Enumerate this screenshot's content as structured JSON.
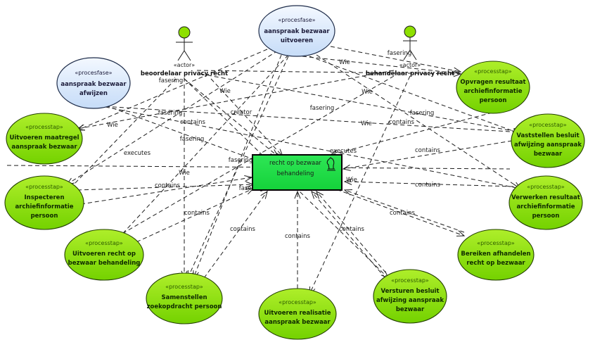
{
  "colors": {
    "procesfase_fill_top": "#f2f8ff",
    "procesfase_fill_bottom": "#c9defa",
    "procesfase_text": "#1b1b3a",
    "processtap_fill_top": "#b6f03a",
    "processtap_fill_bottom": "#78d400",
    "processtap_text": "#0e2a00",
    "processtap_stereo": "#2d5a00",
    "actor_head": "#8ee000",
    "artifact_fill": "#22dd44",
    "edge": "#1e1e1e"
  },
  "procesfasen": [
    {
      "id": "pf1",
      "stereotype": "«procesfase»",
      "name": [
        "aanspraak bezwaar",
        "uitvoeren"
      ]
    },
    {
      "id": "pf2",
      "stereotype": "«procesfase»",
      "name": [
        "aanspraak bezwaar",
        "afwijzen"
      ]
    }
  ],
  "actors": [
    {
      "id": "a1",
      "stereotype": "«actor»",
      "name": "beoordelaar privacy recht"
    },
    {
      "id": "a2",
      "stereotype": "«actor»",
      "name": "behandelaar privacy recht"
    }
  ],
  "artifact": {
    "id": "obj",
    "name": [
      "recht op bezwaar",
      "behandeling"
    ],
    "icon": "chess-knight-icon"
  },
  "processtappen": [
    {
      "id": "ps1",
      "stereotype": "«processtap»",
      "name": [
        "Opvragen resultaat",
        "archiefinformatie",
        "persoon"
      ]
    },
    {
      "id": "ps2",
      "stereotype": "«processtap»",
      "name": [
        "Uitvoeren maatregel",
        "aanspraak bezwaar"
      ]
    },
    {
      "id": "ps3",
      "stereotype": "«processtap»",
      "name": [
        "Vaststellen besluit",
        "afwijzing aanspraak",
        "bezwaar"
      ]
    },
    {
      "id": "ps4",
      "stereotype": "«processtap»",
      "name": [
        "Inspecteren",
        "archiefinformatie",
        "persoon"
      ]
    },
    {
      "id": "ps5",
      "stereotype": "«processtap»",
      "name": [
        "Verwerken resultaat",
        "archiefinformatie",
        "persoon"
      ]
    },
    {
      "id": "ps6",
      "stereotype": "«processtap»",
      "name": [
        "Uitvoeren recht op",
        "bezwaar behandeling"
      ]
    },
    {
      "id": "ps7",
      "stereotype": "«processtap»",
      "name": [
        "Bereiken afhandelen",
        "recht op bezwaar"
      ]
    },
    {
      "id": "ps8",
      "stereotype": "«processtap»",
      "name": [
        "Samenstellen",
        "zoekopdracht persoon"
      ]
    },
    {
      "id": "ps9",
      "stereotype": "«processtap»",
      "name": [
        "Uitvoeren realisatie",
        "aanspraak bezwaar"
      ]
    },
    {
      "id": "ps10",
      "stereotype": "«processtap»",
      "name": [
        "Versturen besluit",
        "afwijzing aanspraak",
        "bezwaar"
      ]
    }
  ],
  "edge_labels": [
    {
      "text": "fasering"
    },
    {
      "text": "Wie"
    },
    {
      "text": "fasering"
    },
    {
      "text": "Wie"
    },
    {
      "text": "Wie"
    },
    {
      "text": "fasering"
    },
    {
      "text": "Wie"
    },
    {
      "text": "fasering"
    },
    {
      "text": "creator"
    },
    {
      "text": "contains"
    },
    {
      "text": "fasering"
    },
    {
      "text": "Wie"
    },
    {
      "text": "contains"
    },
    {
      "text": "executes"
    },
    {
      "text": "fasering"
    },
    {
      "text": "executes"
    },
    {
      "text": "fasering"
    },
    {
      "text": "contains"
    },
    {
      "text": "Wie"
    },
    {
      "text": "contains"
    },
    {
      "text": "fasering"
    },
    {
      "text": "Wie"
    },
    {
      "text": "contains"
    },
    {
      "text": "contains"
    },
    {
      "text": "contains"
    },
    {
      "text": "contains"
    },
    {
      "text": "contains"
    },
    {
      "text": "contains"
    },
    {
      "text": "Wie"
    }
  ]
}
